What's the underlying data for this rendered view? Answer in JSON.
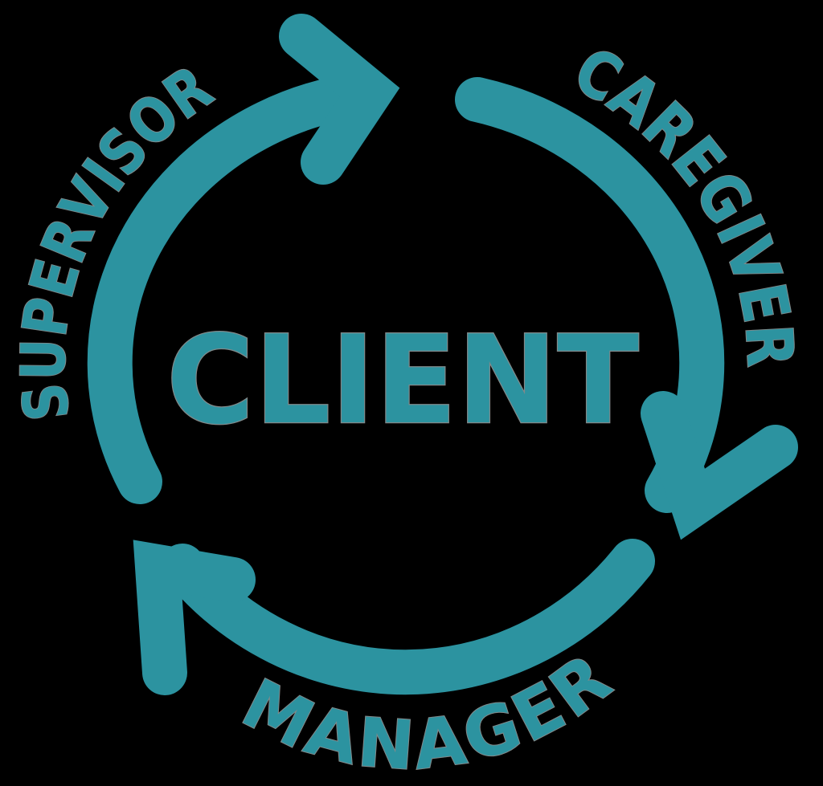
{
  "page": {
    "background_color": "#000000"
  },
  "logo": {
    "accent_color": "#2C93A0",
    "halo_color": "#EBFAFC",
    "center_label": "CLIENT",
    "cycle_words": {
      "supervisor": "SUPERVISOR",
      "caregiver": "CAREGIVER",
      "manager": "MANAGER"
    },
    "icons": {
      "top": "arrow-up-right-icon",
      "right": "arrow-down-icon",
      "bottom_left": "arrow-up-left-icon"
    },
    "direction": "clockwise"
  }
}
